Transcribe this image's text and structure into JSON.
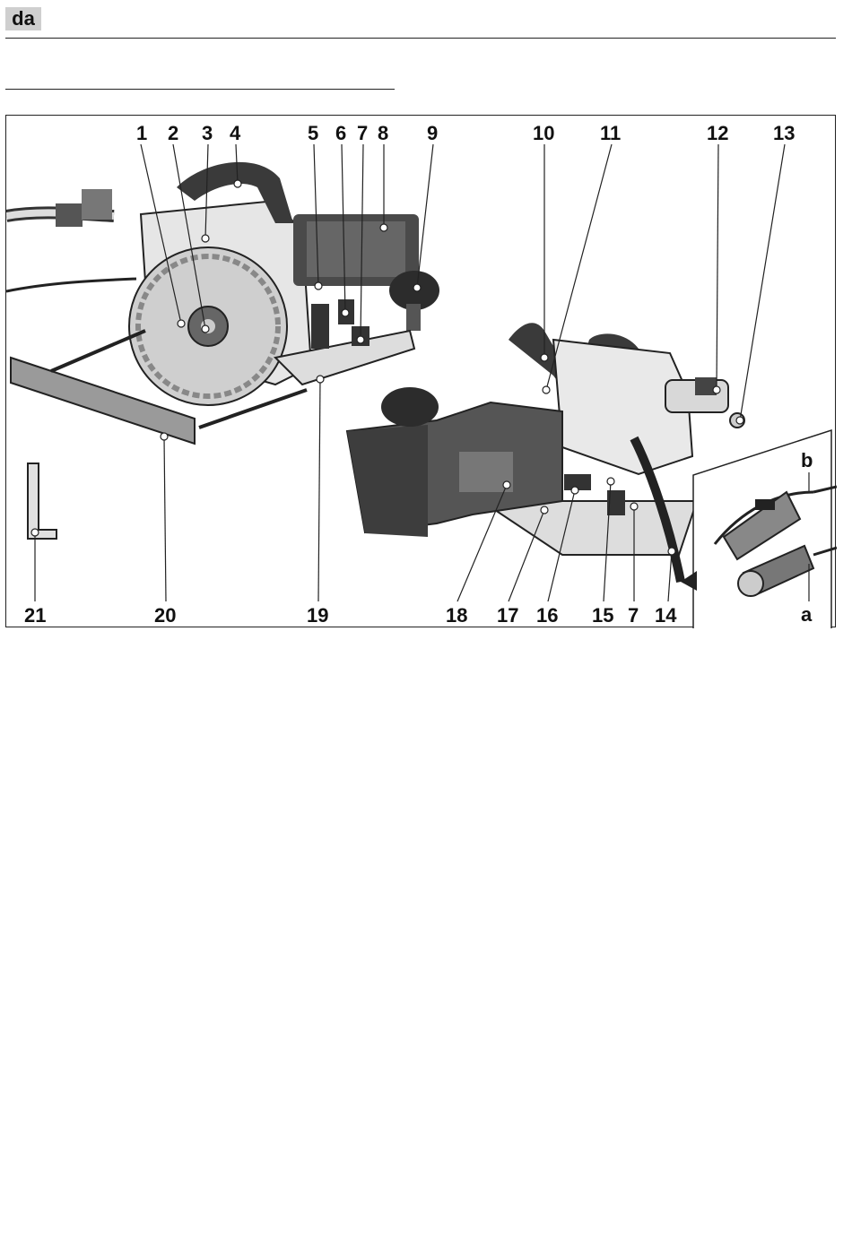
{
  "header": {
    "language_code": "da"
  },
  "figure": {
    "callouts_top": [
      "1",
      "2",
      "3",
      "4",
      "5",
      "6",
      "7",
      "8",
      "9",
      "10",
      "11",
      "12",
      "13"
    ],
    "callouts_bottom": [
      "21",
      "20",
      "19",
      "18",
      "17",
      "16",
      "15",
      "7",
      "14"
    ],
    "inset_callouts": [
      "b",
      "a"
    ]
  }
}
